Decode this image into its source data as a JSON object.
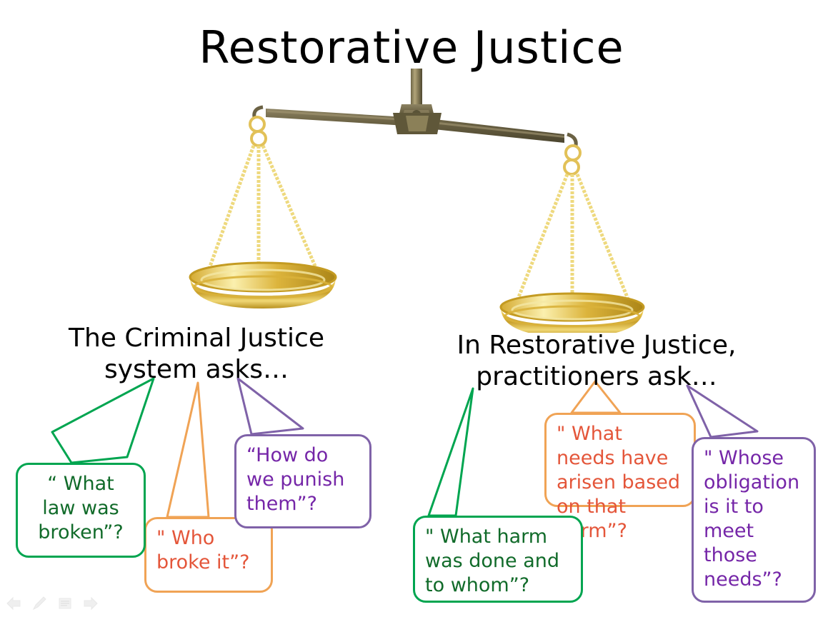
{
  "slide": {
    "title": "Restorative Justice",
    "background_color": "#ffffff"
  },
  "image": {
    "name": "balance-scales",
    "description": "Gold balance scales with dark bronze beam",
    "beam_color": "#6b6244",
    "gold_color": "#e6c54a"
  },
  "columns": {
    "left": {
      "heading": "The Criminal Justice system asks…",
      "callouts": [
        {
          "id": "law",
          "color_name": "green",
          "border_color": "#00a550",
          "text_color": "#116b2a",
          "text": "“ What law was broken”?",
          "align": "center"
        },
        {
          "id": "who",
          "color_name": "orange",
          "border_color": "#f0a355",
          "text_color": "#e4563a",
          "text": "\" Who broke it”?",
          "align": "left"
        },
        {
          "id": "punish",
          "color_name": "purple",
          "border_color": "#7f62a8",
          "text_color": "#7526a8",
          "text": "“How do we punish them”?",
          "align": "left"
        }
      ]
    },
    "right": {
      "heading": "In Restorative Justice, practitioners ask…",
      "callouts": [
        {
          "id": "harm",
          "color_name": "green",
          "border_color": "#00a550",
          "text_color": "#116b2a",
          "text": "\" What harm was done and to whom”?",
          "align": "left"
        },
        {
          "id": "needs",
          "color_name": "orange",
          "border_color": "#f0a355",
          "text_color": "#e4563a",
          "text": "\" What needs have arisen based on that harm”?",
          "align": "left"
        },
        {
          "id": "obligation",
          "color_name": "purple",
          "border_color": "#7f62a8",
          "text_color": "#7526a8",
          "text": "\" Whose obligation is it to meet those needs”?",
          "align": "left"
        }
      ]
    }
  },
  "toolbar": {
    "icons": [
      "previous-slide-arrow",
      "pen-annotate",
      "slide-menu",
      "next-slide-arrow"
    ],
    "color": "#e2e2e2"
  }
}
